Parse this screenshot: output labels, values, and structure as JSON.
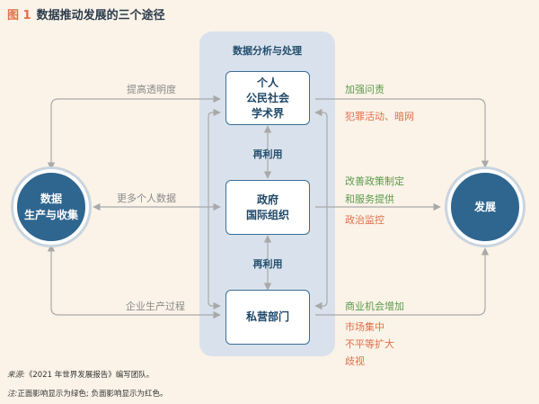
{
  "title": {
    "number": "图 1",
    "text": "数据推动发展的三个途径"
  },
  "panel": {
    "title": "数据分析与处理"
  },
  "boxes": {
    "top": [
      "个人",
      "公民社会",
      "学术界"
    ],
    "middle": [
      "政府",
      "国际组织"
    ],
    "bottom": [
      "私营部门"
    ]
  },
  "reuse": {
    "upper": "再利用",
    "lower": "再利用"
  },
  "circles": {
    "left": [
      "数据",
      "生产与收集"
    ],
    "right": "发展"
  },
  "left_labels": {
    "top": "提高透明度",
    "middle": "更多个人数据",
    "bottom": "企业生产过程"
  },
  "right_labels": {
    "top_positive": "加强问责",
    "top_negative": "犯罪活动、暗网",
    "middle_positive": [
      "改善政策制定",
      "和服务提供"
    ],
    "middle_negative": "政治监控",
    "bottom_positive": "商业机会增加",
    "bottom_negative": [
      "市场集中",
      "不平等扩大",
      "歧视"
    ]
  },
  "footer": {
    "source_label": "来源:",
    "source_text": "《2021 年世界发展报告》编写团队。",
    "note_label": "注:",
    "note_text": "正面影响显示为绿色; 负面影响显示为红色。"
  },
  "colors": {
    "positive": "#5a9a4a",
    "negative": "#e0704c",
    "node": "#2f668f",
    "line": "#a9a9a9"
  }
}
